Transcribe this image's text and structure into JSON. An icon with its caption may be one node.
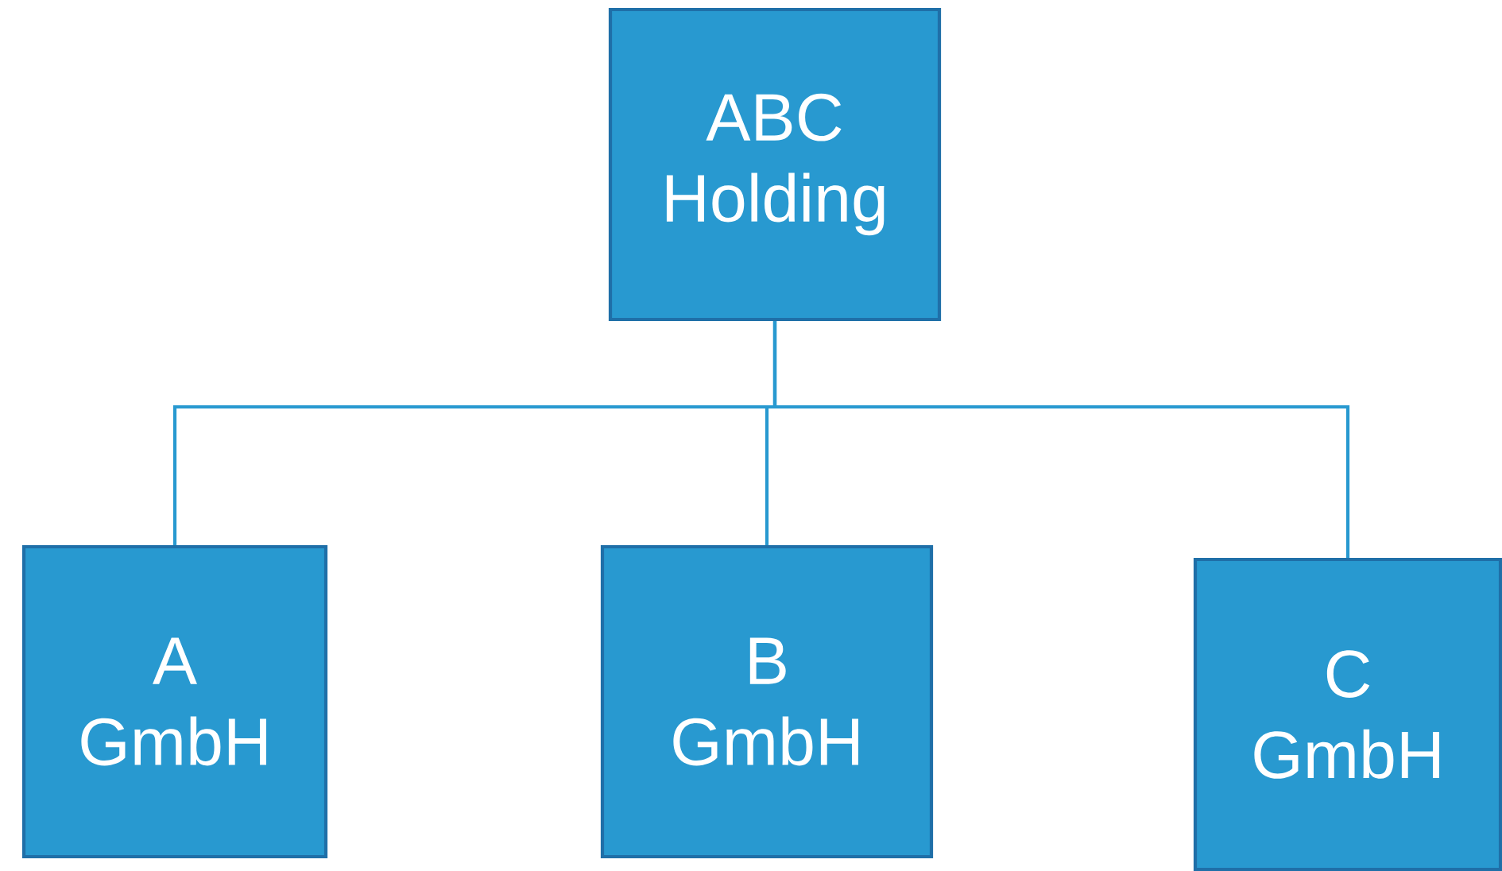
{
  "diagram": {
    "nodes": [
      {
        "text": [
          "ABC Holding"
        ]
      },
      {
        "text": [
          "A GmbH"
        ]
      },
      {
        "text": [
          "B GmbH"
        ]
      },
      {
        "text": [
          "C GmbH"
        ]
      }
    ],
    "edges": [
      {
        "from": 0,
        "to": 1,
        "arrow": "none"
      },
      {
        "from": 0,
        "to": 2,
        "arrow": "none"
      },
      {
        "from": 0,
        "to": 3,
        "arrow": "none"
      }
    ]
  }
}
